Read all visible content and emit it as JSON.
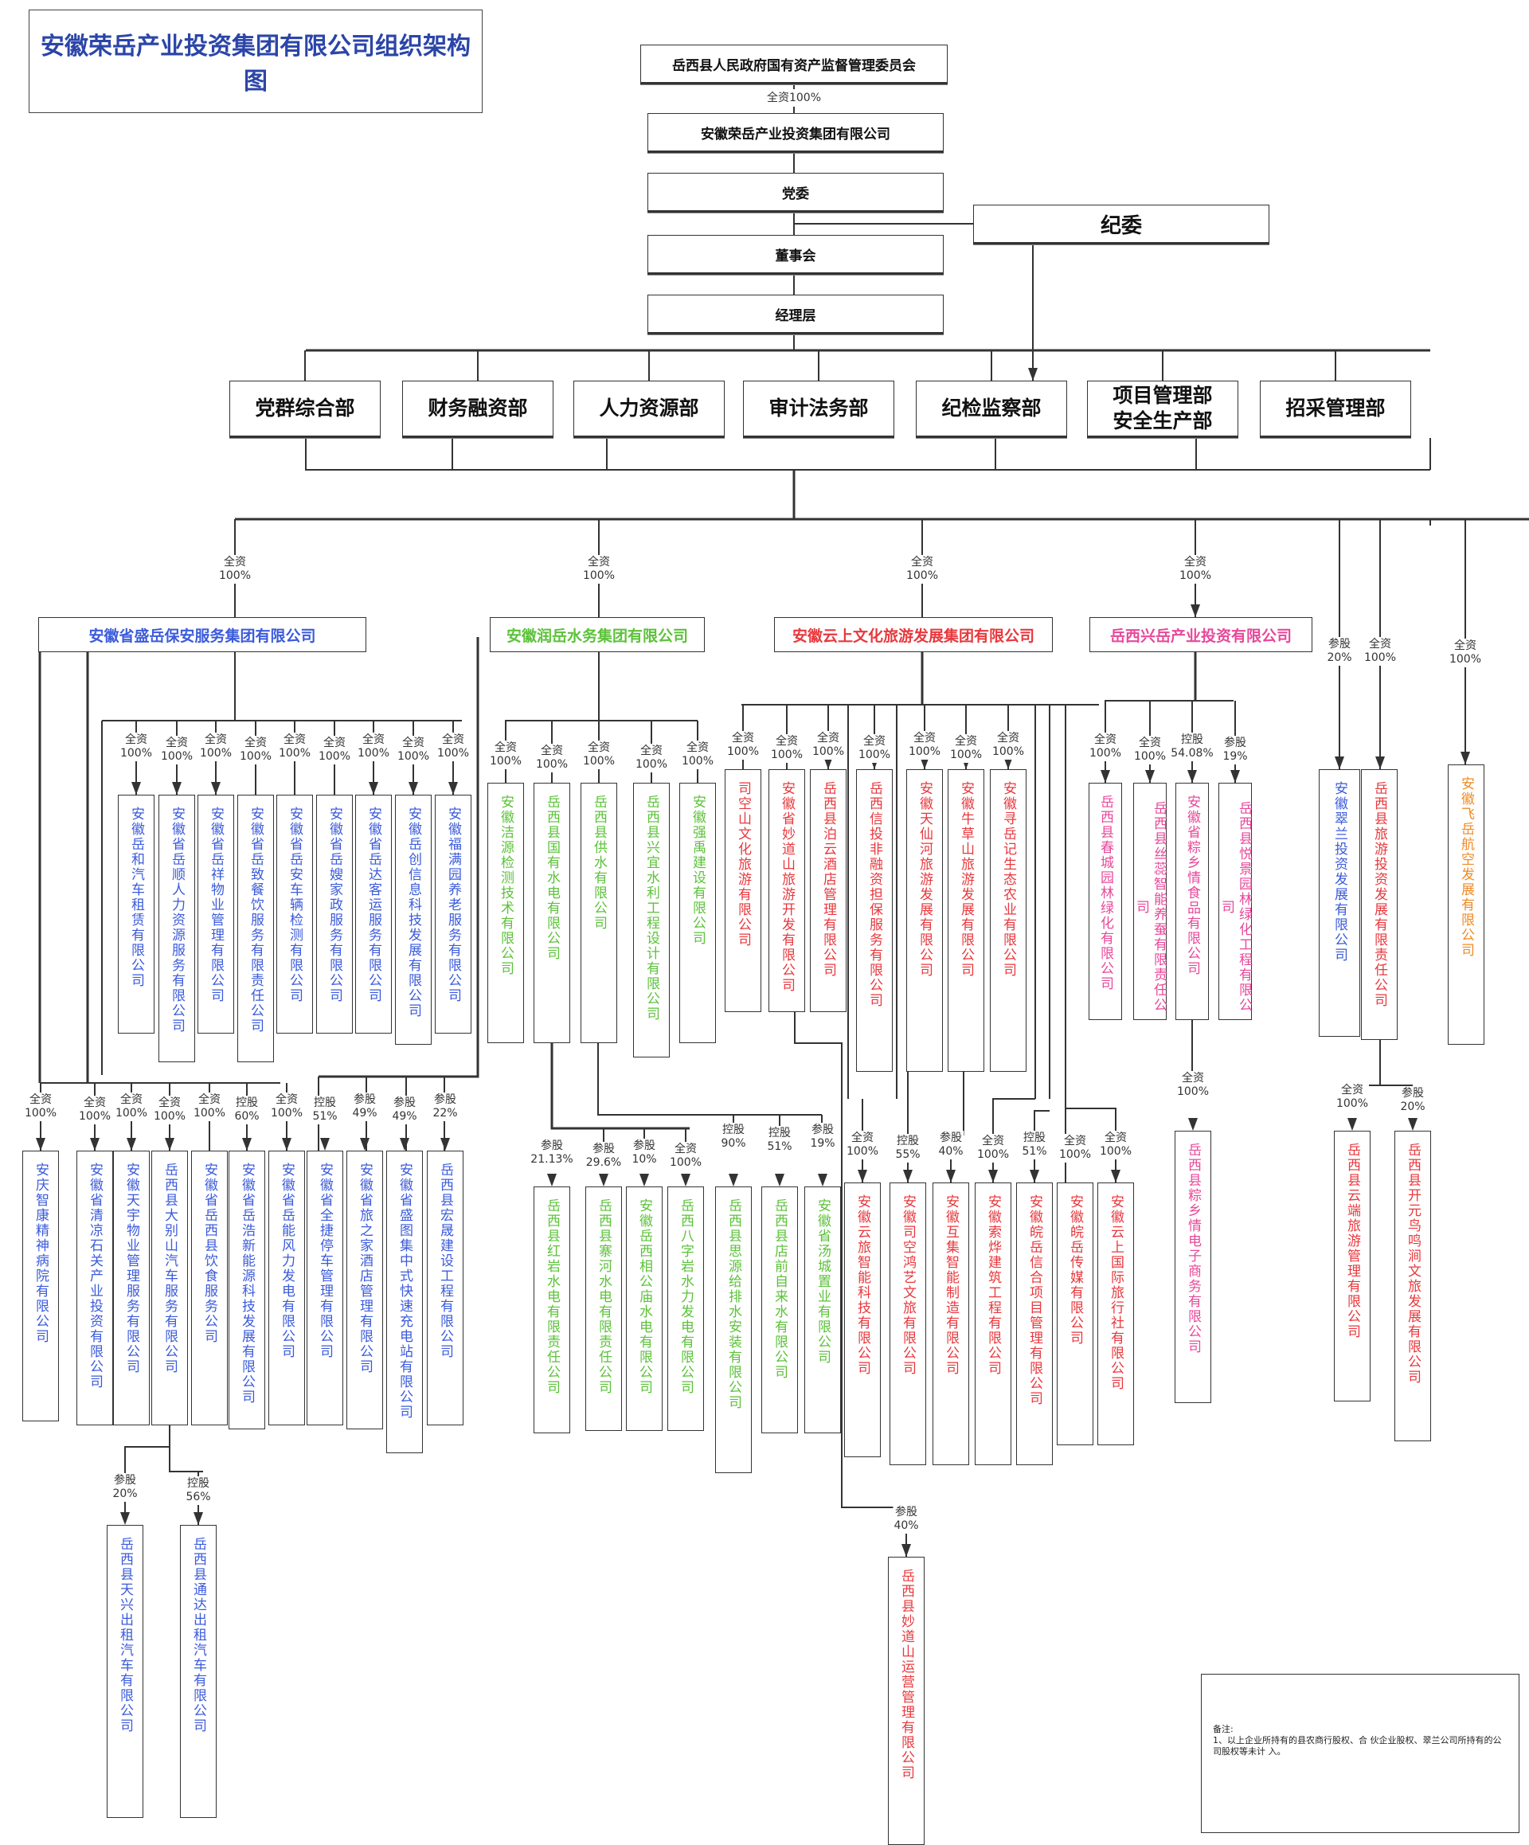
{
  "title": "安徽荣岳产业投资集团有限公司组织架构图",
  "colors": {
    "title": "#2b45a8",
    "shengyue_group": "#3b5bdb",
    "water_group": "#5cc23a",
    "tourism_group": "#e8383d",
    "xingyue_group": "#e8489a",
    "feiyue": "#f08a24"
  },
  "governance": {
    "regulator": "岳西县人民政府国有资产监督管理委员会",
    "regulator_stake": "全资100%",
    "parent": "安徽荣岳产业投资集团有限公司",
    "party_committee": "党委",
    "discipline_committee": "纪委",
    "board": "董事会",
    "management": "经理层"
  },
  "departments": [
    {
      "label": "党群综合部"
    },
    {
      "label": "财务融资部"
    },
    {
      "label": "人力资源部"
    },
    {
      "label": "审计法务部"
    },
    {
      "label": "纪检监察部"
    },
    {
      "label": "项目管理部\n安全生产部"
    },
    {
      "label": "招采管理部"
    }
  ],
  "groups": [
    {
      "id": "g1",
      "name": "安徽省盛岳保安服务集团有限公司",
      "stake": "全资\n100%",
      "color": "blue"
    },
    {
      "id": "g2",
      "name": "安徽润岳水务集团有限公司",
      "stake": "全资\n100%",
      "color": "green"
    },
    {
      "id": "g3",
      "name": "安徽云上文化旅游发展集团有限公司",
      "stake": "全资\n100%",
      "color": "red"
    },
    {
      "id": "g4",
      "name": "岳西兴岳产业投资有限公司",
      "stake": "全资\n100%",
      "color": "pink"
    }
  ],
  "direct_holdings": [
    {
      "id": "d1",
      "name": "安徽翠兰投资发展有限公司",
      "stake": "参股\n20%",
      "color": "blue"
    },
    {
      "id": "d2",
      "name": "岳西县旅游投资发展有限责任公司",
      "stake": "全资\n100%",
      "color": "red"
    },
    {
      "id": "d3",
      "name": "安徽飞岳航空发展有限公司",
      "stake": "全资\n100%",
      "color": "orange"
    }
  ],
  "subsidiaries": {
    "g1_row1": [
      {
        "id": "a1",
        "name": "安徽岳和汽车租赁有限公司",
        "stake": "全资\n100%"
      },
      {
        "id": "a2",
        "name": "安徽省岳顺人力资源服务有限公司",
        "stake": "全资\n100%"
      },
      {
        "id": "a3",
        "name": "安徽省岳祥物业管理有限公司",
        "stake": "全资\n100%"
      },
      {
        "id": "a4",
        "name": "安徽省岳致餐饮服务有限责任公司",
        "stake": "全资\n100%"
      },
      {
        "id": "a5",
        "name": "安徽省岳安车辆检测有限公司",
        "stake": "全资\n100%"
      },
      {
        "id": "a6",
        "name": "安徽省岳嫂家政服务有限公司",
        "stake": "全资\n100%"
      },
      {
        "id": "a7",
        "name": "安徽省岳达客运服务有限公司",
        "stake": "全资\n100%"
      },
      {
        "id": "a8",
        "name": "安徽岳创信息科技发展有限公司",
        "stake": "全资\n100%"
      },
      {
        "id": "a9",
        "name": "安徽福满园养老服务有限公司",
        "stake": "全资\n100%"
      }
    ],
    "g1_row2": [
      {
        "id": "b1",
        "name": "安庆智康精神病院有限公司",
        "stake": "全资\n100%"
      },
      {
        "id": "b2",
        "name": "安徽省清凉石关产业投资有限公司",
        "stake": "全资\n100%"
      },
      {
        "id": "b3",
        "name": "安徽天宇物业管理服务有限公司",
        "stake": "全资\n100%"
      },
      {
        "id": "b4",
        "name": "岳西县大别山汽车服务有限公司",
        "stake": "全资\n100%"
      },
      {
        "id": "b5",
        "name": "安徽省岳西县饮食服务公司",
        "stake": "全资\n100%"
      },
      {
        "id": "b6",
        "name": "安徽省岳浩新能源科技发展有限公司",
        "stake": "控股\n60%"
      },
      {
        "id": "b7",
        "name": "安徽省岳能风力发电有限公司",
        "stake": "全资\n100%"
      },
      {
        "id": "b8",
        "name": "安徽省全捷停车管理有限公司",
        "stake": "控股\n51%"
      },
      {
        "id": "b9",
        "name": "安徽省旅之家酒店管理有限公司",
        "stake": "参股\n49%"
      },
      {
        "id": "b10",
        "name": "安徽省盛图集中式快速充电站有限公司",
        "stake": "参股\n49%"
      },
      {
        "id": "b11",
        "name": "岳西县宏晟建设工程有限公司",
        "stake": "参股\n22%"
      }
    ],
    "b4_children": [
      {
        "id": "c1",
        "name": "岳西县天兴出租汽车有限公司",
        "stake": "参股\n20%"
      },
      {
        "id": "c2",
        "name": "岳西县通达出租汽车有限公司",
        "stake": "控股\n56%"
      }
    ],
    "g2_row1": [
      {
        "id": "w1",
        "name": "安徽洁源检测技术有限公司",
        "stake": "全资\n100%"
      },
      {
        "id": "w2",
        "name": "岳西县国有水电有限公司",
        "stake": "全资\n100%"
      },
      {
        "id": "w3",
        "name": "岳西县供水有限公司",
        "stake": "全资\n100%"
      },
      {
        "id": "w4",
        "name": "岳西县兴宜水利工程设计有限公司",
        "stake": "全资\n100%"
      },
      {
        "id": "w5",
        "name": "安徽强禹建设有限公司",
        "stake": "全资\n100%"
      }
    ],
    "w2_children": [
      {
        "id": "wa1",
        "name": "岳西县红岩水电有限责任公司",
        "stake": "参股\n21.13%"
      },
      {
        "id": "wa2",
        "name": "岳西县寨河水电有限责任公司",
        "stake": "参股\n29.6%"
      },
      {
        "id": "wa3",
        "name": "安徽岳西相公庙水电有限公司",
        "stake": "参股\n10%"
      },
      {
        "id": "wa4",
        "name": "岳西八字岩水力发电有限公司",
        "stake": "全资\n100%"
      }
    ],
    "w3_children": [
      {
        "id": "wb1",
        "name": "岳西县思源给排水安装有限公司",
        "stake": "控股\n90%"
      },
      {
        "id": "wb2",
        "name": "岳西县店前自来水有限公司",
        "stake": "控股\n51%"
      },
      {
        "id": "wb3",
        "name": "安徽省汤城置业有限公司",
        "stake": "参股\n19%"
      }
    ],
    "g3_row1": [
      {
        "id": "t1",
        "name": "司空山文化旅游有限公司",
        "stake": "全资\n100%"
      },
      {
        "id": "t2",
        "name": "安徽省妙道山旅游开发有限公司",
        "stake": "全资\n100%"
      },
      {
        "id": "t3",
        "name": "岳西县泊云酒店管理有限公司",
        "stake": "全资\n100%"
      },
      {
        "id": "t4",
        "name": "岳西信投非融资担保服务有限公司",
        "stake": "全资\n100%"
      },
      {
        "id": "t5",
        "name": "安徽天仙河旅游发展有限公司",
        "stake": "全资\n100%"
      },
      {
        "id": "t6",
        "name": "安徽牛草山旅游发展有限公司",
        "stake": "全资\n100%"
      },
      {
        "id": "t7",
        "name": "安徽寻岳记生态农业有限公司",
        "stake": "全资\n100%"
      }
    ],
    "g3_row2": [
      {
        "id": "u1",
        "name": "安徽云旅智能科技有限公司",
        "stake": "全资\n100%"
      },
      {
        "id": "u2",
        "name": "安徽司空鸿艺文旅有限公司",
        "stake": "控股\n55%"
      },
      {
        "id": "u3",
        "name": "安徽互集智能制造有限公司",
        "stake": "参股\n40%"
      },
      {
        "id": "u4",
        "name": "安徽索烨建筑工程有限公司",
        "stake": "全资\n100%"
      },
      {
        "id": "u5",
        "name": "安徽皖岳信合项目管理有限公司",
        "stake": "控股\n51%"
      },
      {
        "id": "u6",
        "name": "安徽皖岳传媒有限公司",
        "stake": "全资\n100%"
      },
      {
        "id": "u7",
        "name": "安徽云上国际旅行社有限公司",
        "stake": "全资\n100%"
      }
    ],
    "t2_children": [
      {
        "id": "v1",
        "name": "岳西县妙道山运营管理有限公司",
        "stake": "参股\n40%"
      }
    ],
    "g4_row1": [
      {
        "id": "x1",
        "name": "岳西县春城园林绿化有限公司",
        "stake": "全资\n100%"
      },
      {
        "id": "x2",
        "name": "岳西县丝蕊智能养蚕有限责任公司",
        "stake": "全资\n100%"
      },
      {
        "id": "x3",
        "name": "安徽省粽乡情食品有限公司",
        "stake": "控股\n54.08%"
      },
      {
        "id": "x4",
        "name": "岳西县悦景园林绿化工程有限公司",
        "stake": "参股\n19%"
      }
    ],
    "x3_children": [
      {
        "id": "xa1",
        "name": "岳西县粽乡情电子商务有限公司",
        "stake": "全资\n100%"
      }
    ],
    "d2_children": [
      {
        "id": "da1",
        "name": "岳西县云端旅游管理有限公司",
        "stake": "全资\n100%"
      },
      {
        "id": "da2",
        "name": "岳西县开元鸟鸣涧文旅发展有限公司",
        "stake": "参股\n20%"
      }
    ]
  },
  "note": {
    "heading": "备注:",
    "text": "1、以上企业所持有的县农商行股权、合 伙企业股权、翠兰公司所持有的公司股权等未计 入。"
  }
}
